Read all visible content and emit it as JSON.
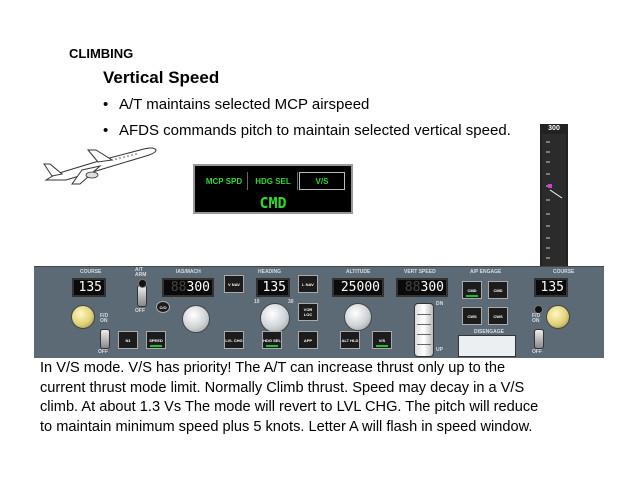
{
  "slide": {
    "heading": "CLIMBING",
    "subheading": "Vertical Speed",
    "bullets": [
      "A/T maintains selected MCP airspeed",
      "AFDS commands pitch to maintain selected vertical speed."
    ]
  },
  "fma": {
    "speed_mode": "MCP SPD",
    "roll_mode": "HDG SEL",
    "pitch_mode": "V/S",
    "autopilot_status": "CMD"
  },
  "vs_tape": {
    "top_value": "300"
  },
  "mcp": {
    "labels": {
      "course_left": "COURSE",
      "at_arm": "A/T\nARM",
      "ias_mach": "IAS/MACH",
      "heading": "HEADING",
      "altitude": "ALTITUDE",
      "vert_speed": "VERT SPEED",
      "ap_engage": "A/P ENGAGE",
      "course_right": "COURSE",
      "off": "OFF",
      "fd_on_left": "F/D\nON",
      "fd_off_left": "OFF",
      "fd_on_right": "F/D\nON",
      "fd_off_right": "OFF",
      "co": "C/O",
      "bank_10": "10",
      "bank_30": "30",
      "dn": "DN",
      "up": "UP",
      "disengage": "DISENGAGE"
    },
    "displays": {
      "course_left": "135",
      "ias": "300",
      "heading": "135",
      "altitude": "25000",
      "vert_speed": "300",
      "course_right": "135"
    },
    "buttons": {
      "n1": "N1",
      "speed": "SPEED",
      "vnav": "V NAV",
      "lnav": "L NAV",
      "vor_loc": "VOR LOC",
      "app": "APP",
      "lvl_chg": "LVL CHG",
      "hdg_sel": "HDG SEL",
      "alt_hld": "ALT HLD",
      "vs": "V/S",
      "cmd_a": "CMD",
      "cmd_b": "CMD",
      "cws_a": "CWS",
      "cws_b": "CWS"
    }
  },
  "paragraph": [
    "In V/S mode. V/S has priority! The A/T can increase thrust only up to the",
    "current thrust mode limit. Normally Climb thrust. Speed may decay in a V/S",
    "climb. At about 1.3 Vs  The mode will revert to LVL CHG. The pitch will reduce",
    "to maintain minimum speed plus 5 knots. Letter A will flash in speed window."
  ]
}
